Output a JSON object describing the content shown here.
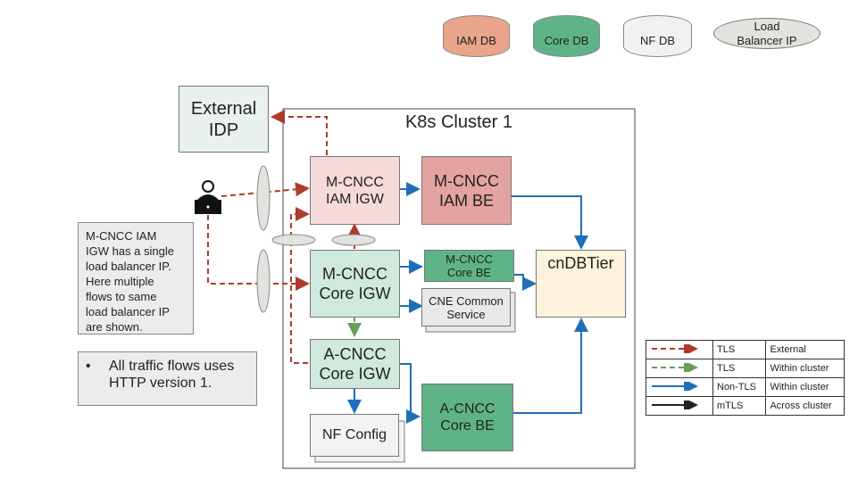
{
  "top_legend": {
    "iam_db": {
      "label": "IAM DB",
      "color": "#e8a58a"
    },
    "core_db": {
      "label": "Core DB",
      "color": "#5fb487"
    },
    "nf_db": {
      "label": "NF DB",
      "color": "#f1f1f1"
    },
    "lb_ip": {
      "label": "Load Balancer IP",
      "color": "#e4e2df"
    }
  },
  "external_idp": {
    "label": "External\nIDP"
  },
  "cluster": {
    "title": "K8s Cluster 1"
  },
  "nodes": {
    "mcncc_iam_igw": "M-CNCC\nIAM IGW",
    "mcncc_iam_be": "M-CNCC\nIAM BE",
    "mcncc_core_igw": "M-CNCC\nCore IGW",
    "mcncc_core_be": "M-CNCC\nCore BE",
    "cne_common": "CNE Common\nService",
    "cndbtier": "cnDBTier",
    "acncc_core_igw": "A-CNCC\nCore IGW",
    "acncc_core_be": "A-CNCC\nCore BE",
    "nf_config": "NF Config"
  },
  "notes": {
    "lb_note": "M-CNCC IAM\nIGW has a single\nload balancer IP.\nHere multiple\nflows to same\nload balancer IP\nare shown.",
    "bullet_marker": "•",
    "http_note": "All traffic flows uses\nHTTP version 1."
  },
  "legend": [
    {
      "type": "TLS",
      "scope": "External",
      "color": "#b0392b",
      "dashed": true
    },
    {
      "type": "TLS",
      "scope": "Within cluster",
      "color": "#6a9c5a",
      "dashed": true
    },
    {
      "type": "Non-TLS",
      "scope": "Within cluster",
      "color": "#1f6fb8",
      "dashed": false
    },
    {
      "type": "mTLS",
      "scope": "Across cluster",
      "color": "#222222",
      "dashed": false
    }
  ],
  "colors": {
    "iam_igw_fill": "#f6dad7",
    "iam_be_fill": "#e3a3a0",
    "core_fill": "#cfe9dc",
    "core_be_fill": "#5fb487",
    "cne_fill": "#e9e9e9",
    "db_fill": "#fdf3dc",
    "idp_fill": "#e8f0f0"
  }
}
